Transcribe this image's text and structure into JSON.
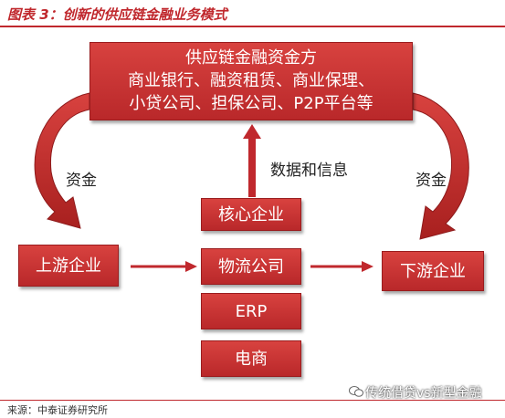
{
  "header": {
    "title": "图表 3：创新的供应链金融业务模式"
  },
  "top_box": {
    "line1": "供应链金融资金方",
    "line2": "商业银行、融资租赁、商业保理、",
    "line3": "小贷公司、担保公司、P2P平台等"
  },
  "labels": {
    "funds_left": "资金",
    "funds_right": "资金",
    "data_info": "数据和信息"
  },
  "boxes": {
    "core": "核心企业",
    "upstream": "上游企业",
    "logistics": "物流公司",
    "erp": "ERP",
    "ecommerce": "电商",
    "downstream": "下游企业"
  },
  "footer": {
    "source": "来源：中泰证券研究所",
    "watermark": "传统借贷vs新型金融"
  },
  "colors": {
    "accent": "#c0282d",
    "box_fill": "#c8312f"
  }
}
